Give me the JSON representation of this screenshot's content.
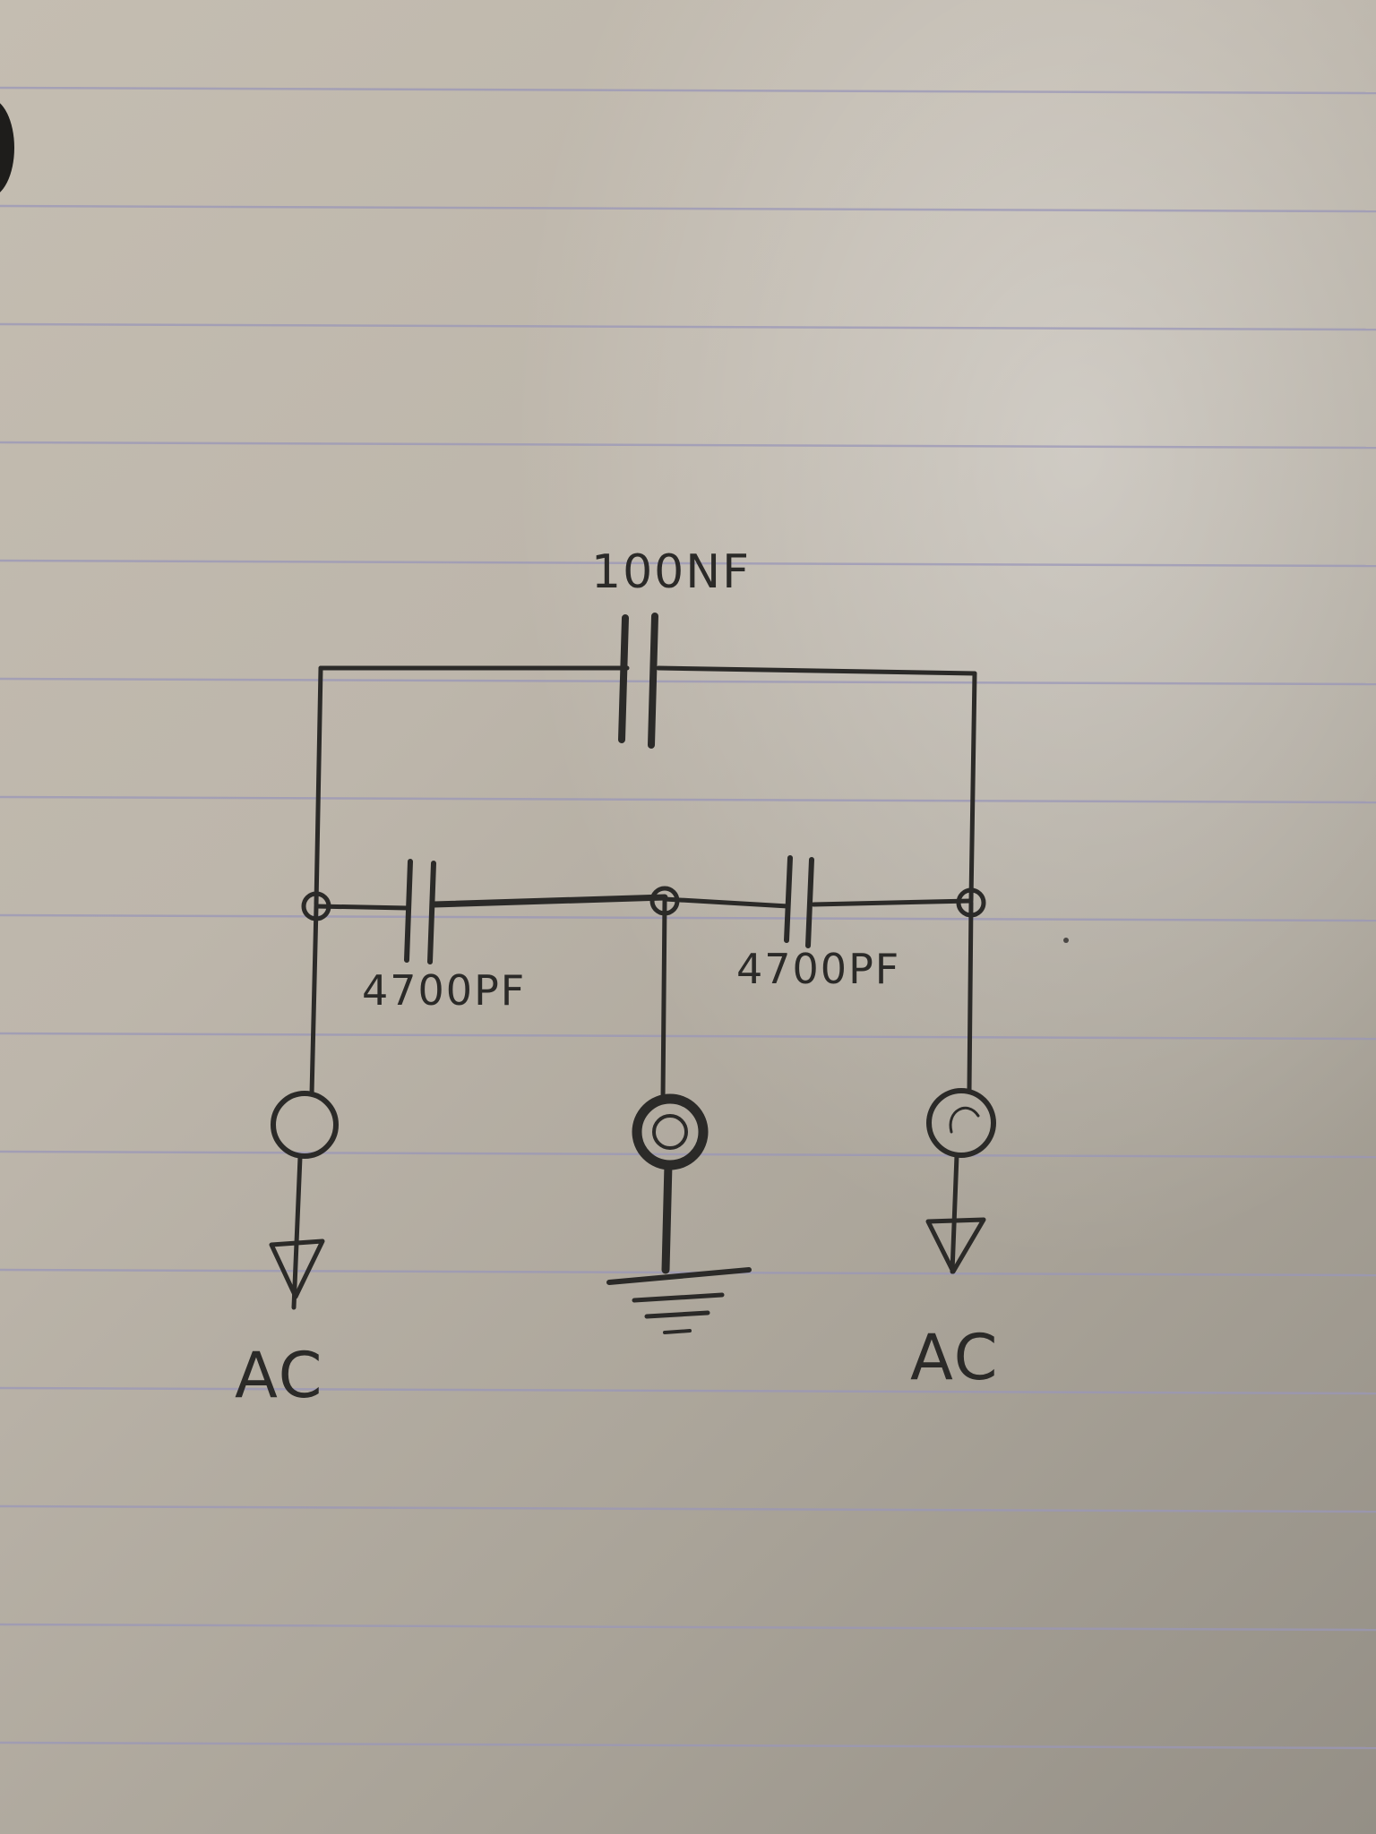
{
  "components": {
    "top_capacitor": {
      "label": "100NF"
    },
    "left_capacitor": {
      "label": "4700PF"
    },
    "right_capacitor": {
      "label": "4700PF"
    }
  },
  "terminals": {
    "left": {
      "label": "AC"
    },
    "right": {
      "label": "AC"
    },
    "center": {
      "type": "ground"
    }
  },
  "colors": {
    "ink": "#2b2a28",
    "paper": "#c4bdb1",
    "rule_lines": "#9a97b8"
  }
}
